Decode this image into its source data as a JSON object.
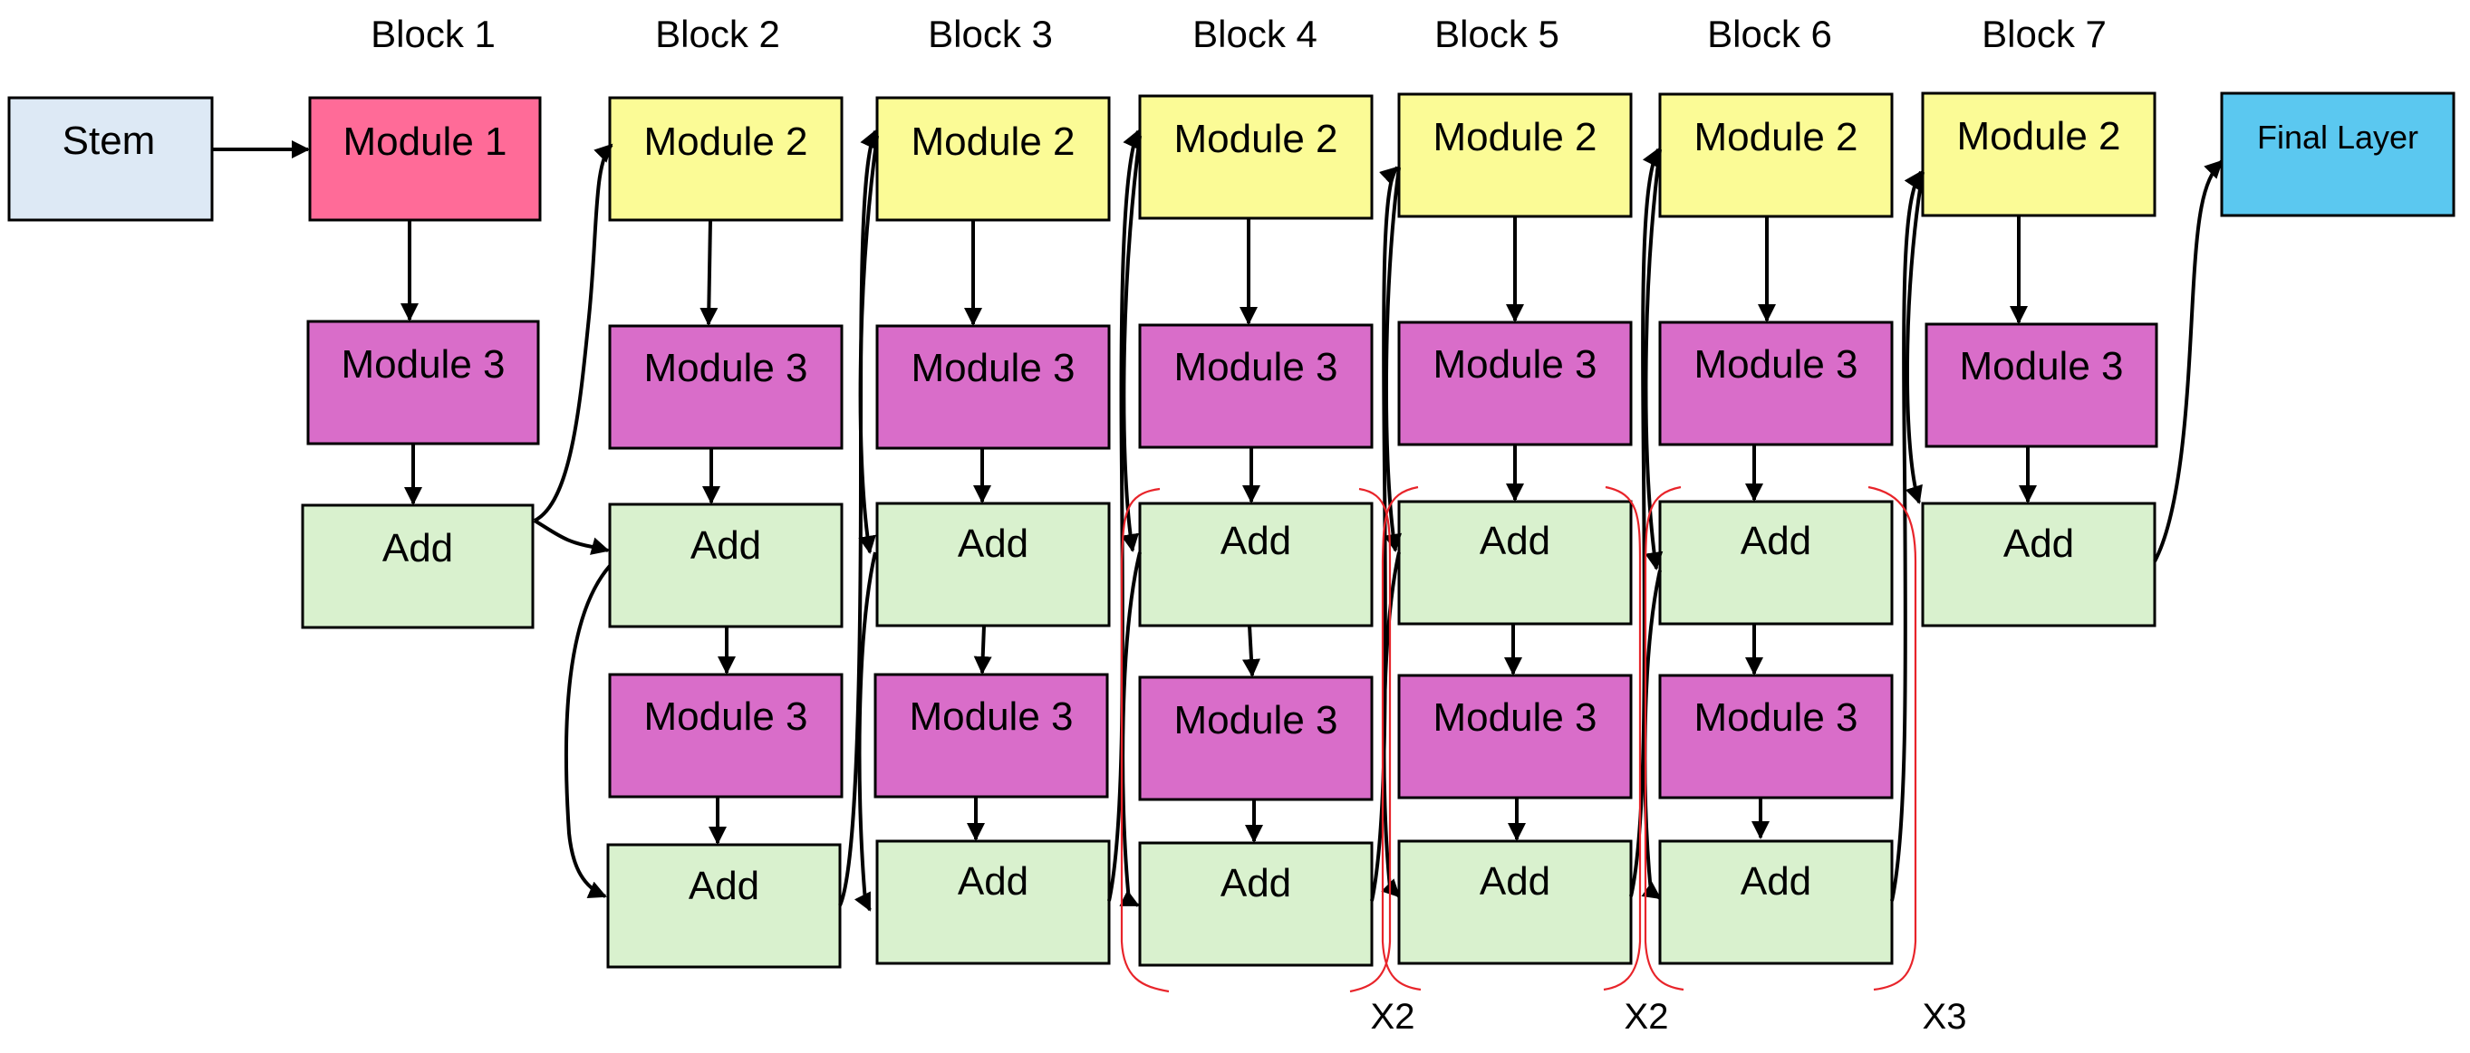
{
  "colors": {
    "stem": "#dde9f5",
    "module1": "#ff6b98",
    "module2": "#fbfb96",
    "module3": "#d96dc9",
    "add": "#d9f1ce",
    "final_layer": "#5bc8f0",
    "arrow": "#000000",
    "bracket": "#e8242a"
  },
  "block_titles": [
    "Block 1",
    "Block 2",
    "Block 3",
    "Block 4",
    "Block 5",
    "Block 6",
    "Block 7"
  ],
  "stem": {
    "label": "Stem"
  },
  "final_layer": {
    "label": "Final Layer"
  },
  "blocks": [
    {
      "nodes": [
        {
          "type": "module1",
          "label": "Module 1"
        },
        {
          "type": "module3",
          "label": "Module 3"
        },
        {
          "type": "add",
          "label": "Add"
        }
      ]
    },
    {
      "nodes": [
        {
          "type": "module2",
          "label": "Module 2"
        },
        {
          "type": "module3",
          "label": "Module 3"
        },
        {
          "type": "add",
          "label": "Add"
        },
        {
          "type": "module3",
          "label": "Module 3"
        },
        {
          "type": "add",
          "label": "Add"
        }
      ]
    },
    {
      "nodes": [
        {
          "type": "module2",
          "label": "Module 2"
        },
        {
          "type": "module3",
          "label": "Module 3"
        },
        {
          "type": "add",
          "label": "Add"
        },
        {
          "type": "module3",
          "label": "Module 3"
        },
        {
          "type": "add",
          "label": "Add"
        }
      ]
    },
    {
      "nodes": [
        {
          "type": "module2",
          "label": "Module 2"
        },
        {
          "type": "module3",
          "label": "Module 3"
        },
        {
          "type": "add",
          "label": "Add"
        },
        {
          "type": "module3",
          "label": "Module 3"
        },
        {
          "type": "add",
          "label": "Add"
        }
      ]
    },
    {
      "nodes": [
        {
          "type": "module2",
          "label": "Module 2"
        },
        {
          "type": "module3",
          "label": "Module 3"
        },
        {
          "type": "add",
          "label": "Add"
        },
        {
          "type": "module3",
          "label": "Module 3"
        },
        {
          "type": "add",
          "label": "Add"
        }
      ]
    },
    {
      "nodes": [
        {
          "type": "module2",
          "label": "Module 2"
        },
        {
          "type": "module3",
          "label": "Module 3"
        },
        {
          "type": "add",
          "label": "Add"
        },
        {
          "type": "module3",
          "label": "Module 3"
        },
        {
          "type": "add",
          "label": "Add"
        }
      ]
    },
    {
      "nodes": [
        {
          "type": "module2",
          "label": "Module 2"
        },
        {
          "type": "module3",
          "label": "Module 3"
        },
        {
          "type": "add",
          "label": "Add"
        }
      ]
    }
  ],
  "repeat_labels": [
    "X2",
    "X2",
    "X3"
  ]
}
